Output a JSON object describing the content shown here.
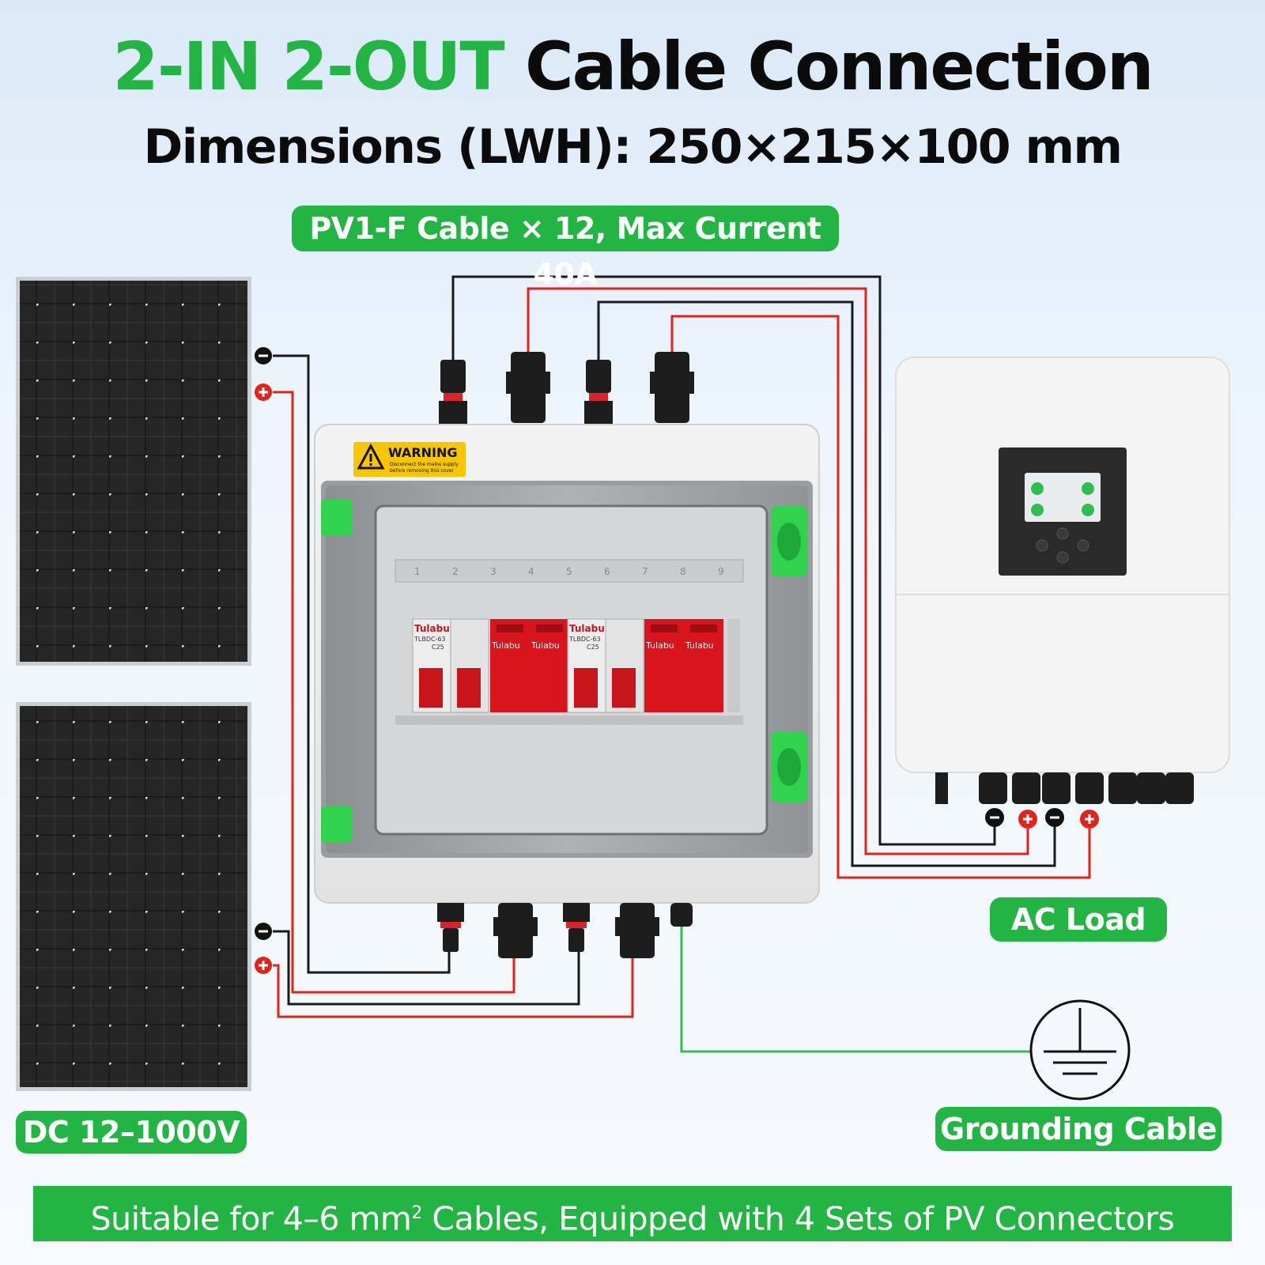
{
  "header": {
    "title_highlight": "2-IN 2-OUT",
    "title_rest": "Cable Connection",
    "subtitle": "Dimensions (LWH): 250×215×100 mm"
  },
  "labels": {
    "cable_spec": "PV1-F Cable × 12, Max Current 40A",
    "dc_range": "DC 12–1000V",
    "ac_load": "AC Load",
    "grounding": "Grounding Cable"
  },
  "banner": {
    "text_before": "Suitable for 4–6 mm",
    "superscript": "2",
    "text_after": " Cables, Equipped with 4 Sets of PV Connectors"
  },
  "box": {
    "warning_title": "WARNING",
    "warning_line1": "Disconnect the mains supply",
    "warning_line2": "before removing this cover",
    "rail_numbers": [
      "1",
      "2",
      "3",
      "4",
      "5",
      "6",
      "7",
      "8",
      "9"
    ],
    "breaker_brand": "Tulabu",
    "breaker_model": "TLBDC-63",
    "breaker_rating": "C25",
    "spd_brand": "Tulabu"
  },
  "colors": {
    "accent_green": "#22b543",
    "wire_red": "#e2231a",
    "wire_black": "#1a1a1a",
    "ground_green": "#2ebd4e"
  },
  "icons": [
    "warning-icon",
    "ground-icon",
    "plus-icon",
    "minus-icon",
    "solar-panel-icon",
    "inverter-icon",
    "breaker-icon",
    "surge-protector-icon"
  ]
}
